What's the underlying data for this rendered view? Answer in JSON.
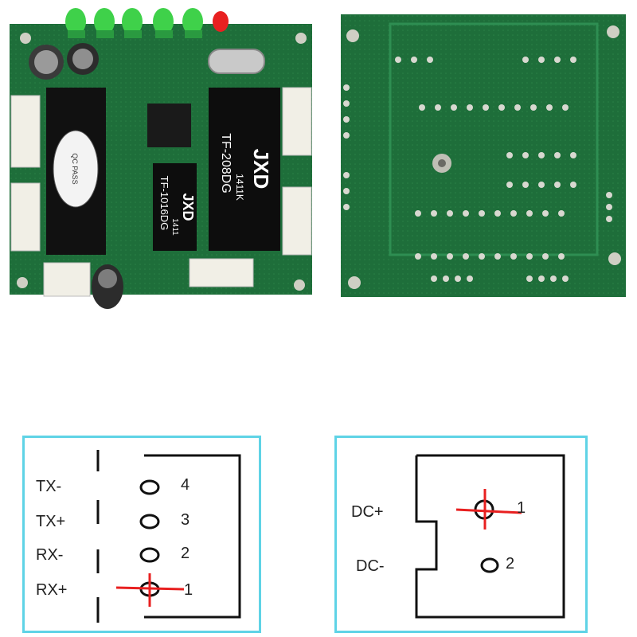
{
  "photo": {
    "board_front": {
      "transformer_large": {
        "brand": "JXD",
        "date_code": "1411K",
        "part": "TF-208DG"
      },
      "transformer_small": {
        "brand": "JXD",
        "date_code": "1411",
        "part": "TF-1016DG"
      },
      "qc_sticker": "QC PASS"
    },
    "colors": {
      "pcb": "#1e6e3a",
      "pcb_dark": "#0f4a24",
      "led_green": "#3fd14a",
      "led_red": "#e82020",
      "pad": "#d8d8d0"
    }
  },
  "diagrams": {
    "ethernet_port": {
      "pins": [
        {
          "signal": "TX-",
          "number": "4"
        },
        {
          "signal": "TX+",
          "number": "3"
        },
        {
          "signal": "RX-",
          "number": "2"
        },
        {
          "signal": "RX+",
          "number": "1"
        }
      ]
    },
    "power_port": {
      "pins": [
        {
          "signal": "DC+",
          "number": "1"
        },
        {
          "signal": "DC-",
          "number": "2"
        }
      ]
    },
    "colors": {
      "border": "#5fd3e6",
      "marker": "#e82020",
      "line": "#111111"
    }
  }
}
